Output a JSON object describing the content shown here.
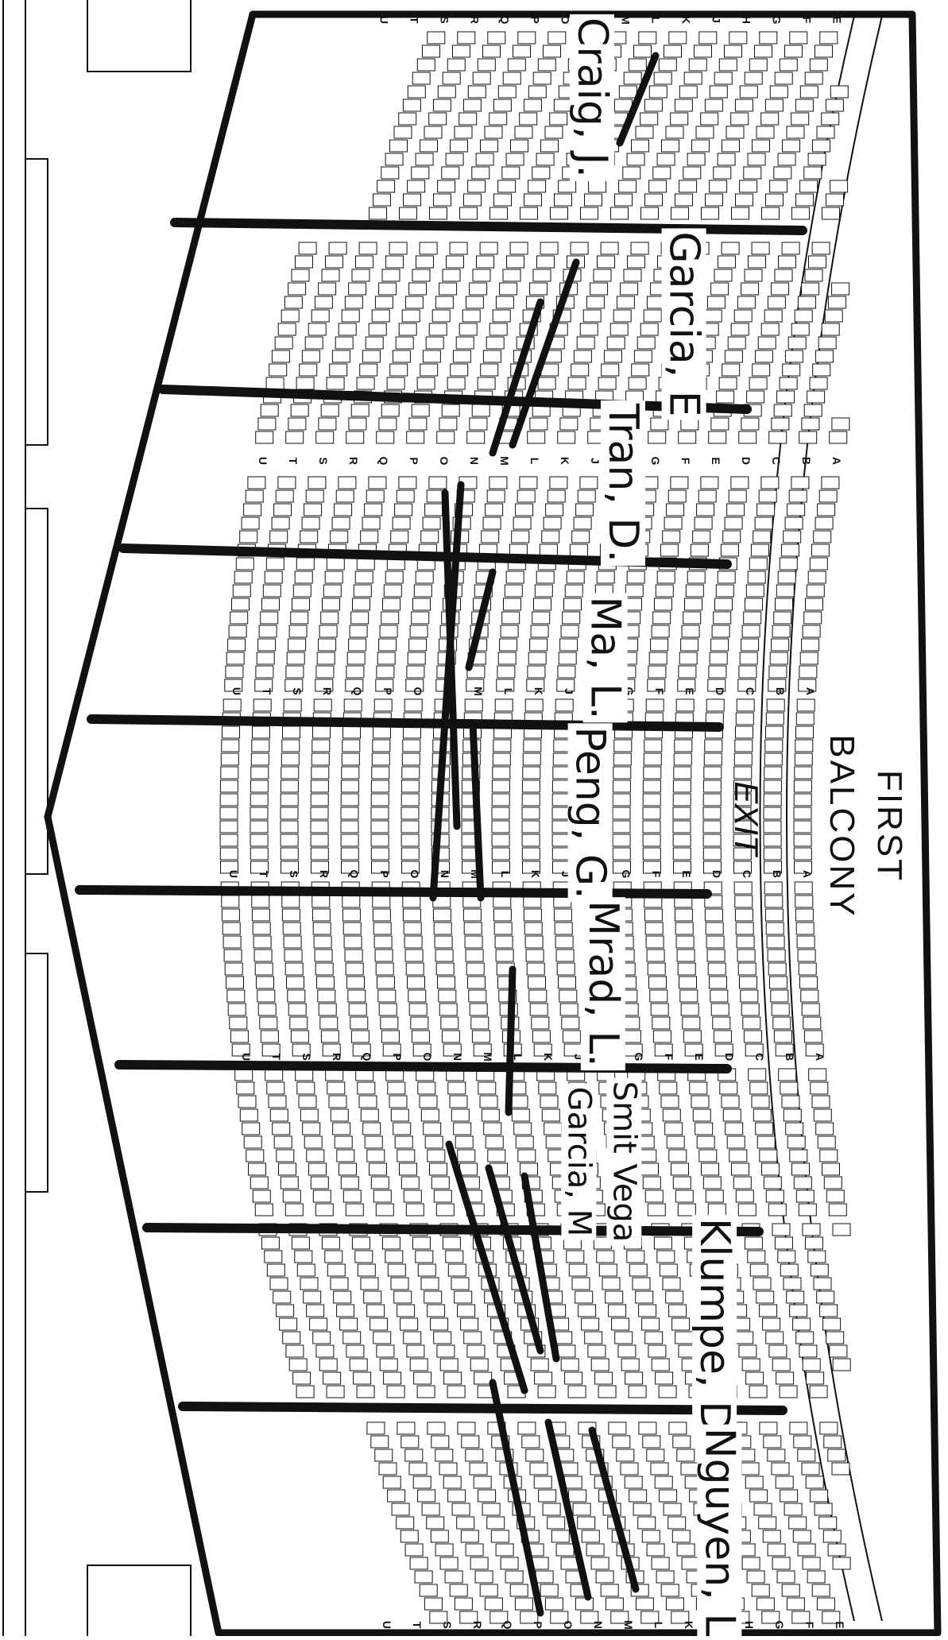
{
  "title_lines": [
    "FIRST",
    "BALCONY"
  ],
  "exit_label": "EXIT",
  "row_letters": [
    "A",
    "B",
    "C",
    "D",
    "E",
    "F",
    "G",
    "H",
    "J",
    "K",
    "L",
    "M",
    "N",
    "O",
    "P",
    "Q",
    "R",
    "S",
    "T",
    "U"
  ],
  "assignments": [
    {
      "name": "Craig, J."
    },
    {
      "name": "Garcia, E"
    },
    {
      "name": "Tran, D."
    },
    {
      "name": "Ma, L."
    },
    {
      "name": "Peng, G."
    },
    {
      "name": "Mrad, L."
    },
    {
      "name": "Smit Vega"
    },
    {
      "name": "Garcia, M"
    },
    {
      "name": "Klumpe, D"
    },
    {
      "name": "Nguyen, L"
    }
  ],
  "colors": {
    "ink": "#111111",
    "paper": "#ffffff"
  }
}
